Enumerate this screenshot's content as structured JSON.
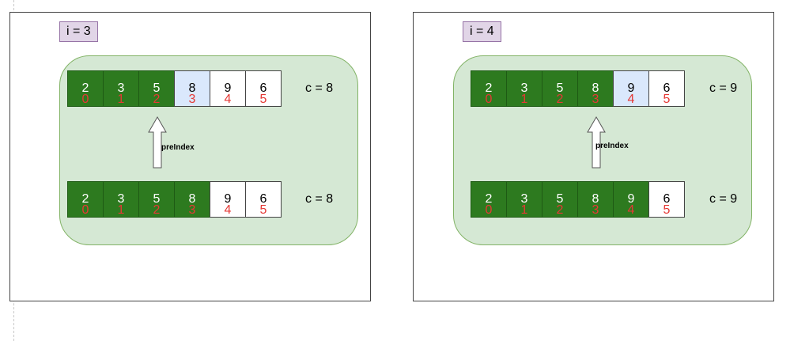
{
  "panels": [
    {
      "label": "i = 3",
      "pre_index_label": "preIndex",
      "before": {
        "cells": [
          {
            "value": "2",
            "index": "0",
            "state": "green"
          },
          {
            "value": "3",
            "index": "1",
            "state": "green"
          },
          {
            "value": "5",
            "index": "2",
            "state": "green"
          },
          {
            "value": "8",
            "index": "3",
            "state": "blue"
          },
          {
            "value": "9",
            "index": "4",
            "state": "white"
          },
          {
            "value": "6",
            "index": "5",
            "state": "white"
          }
        ],
        "c_label": "c = 8"
      },
      "after": {
        "cells": [
          {
            "value": "2",
            "index": "0",
            "state": "green"
          },
          {
            "value": "3",
            "index": "1",
            "state": "green"
          },
          {
            "value": "5",
            "index": "2",
            "state": "green"
          },
          {
            "value": "8",
            "index": "3",
            "state": "green"
          },
          {
            "value": "9",
            "index": "4",
            "state": "white"
          },
          {
            "value": "6",
            "index": "5",
            "state": "white"
          }
        ],
        "c_label": "c = 8"
      },
      "arrow_under_index": 2
    },
    {
      "label": "i = 4",
      "pre_index_label": "preIndex",
      "before": {
        "cells": [
          {
            "value": "2",
            "index": "0",
            "state": "green"
          },
          {
            "value": "3",
            "index": "1",
            "state": "green"
          },
          {
            "value": "5",
            "index": "2",
            "state": "green"
          },
          {
            "value": "8",
            "index": "3",
            "state": "green"
          },
          {
            "value": "9",
            "index": "4",
            "state": "blue"
          },
          {
            "value": "6",
            "index": "5",
            "state": "white"
          }
        ],
        "c_label": "c = 9"
      },
      "after": {
        "cells": [
          {
            "value": "2",
            "index": "0",
            "state": "green"
          },
          {
            "value": "3",
            "index": "1",
            "state": "green"
          },
          {
            "value": "5",
            "index": "2",
            "state": "green"
          },
          {
            "value": "8",
            "index": "3",
            "state": "green"
          },
          {
            "value": "9",
            "index": "4",
            "state": "green"
          },
          {
            "value": "6",
            "index": "5",
            "state": "white"
          }
        ],
        "c_label": "c = 9"
      },
      "arrow_under_index": 3
    }
  ],
  "colors": {
    "sorted": "#2d7a1f",
    "current": "#dae8fc",
    "unsorted": "#ffffff",
    "index_text": "#e53935",
    "group_fill": "#d5e8d4",
    "label_fill": "#e1d5e7"
  }
}
